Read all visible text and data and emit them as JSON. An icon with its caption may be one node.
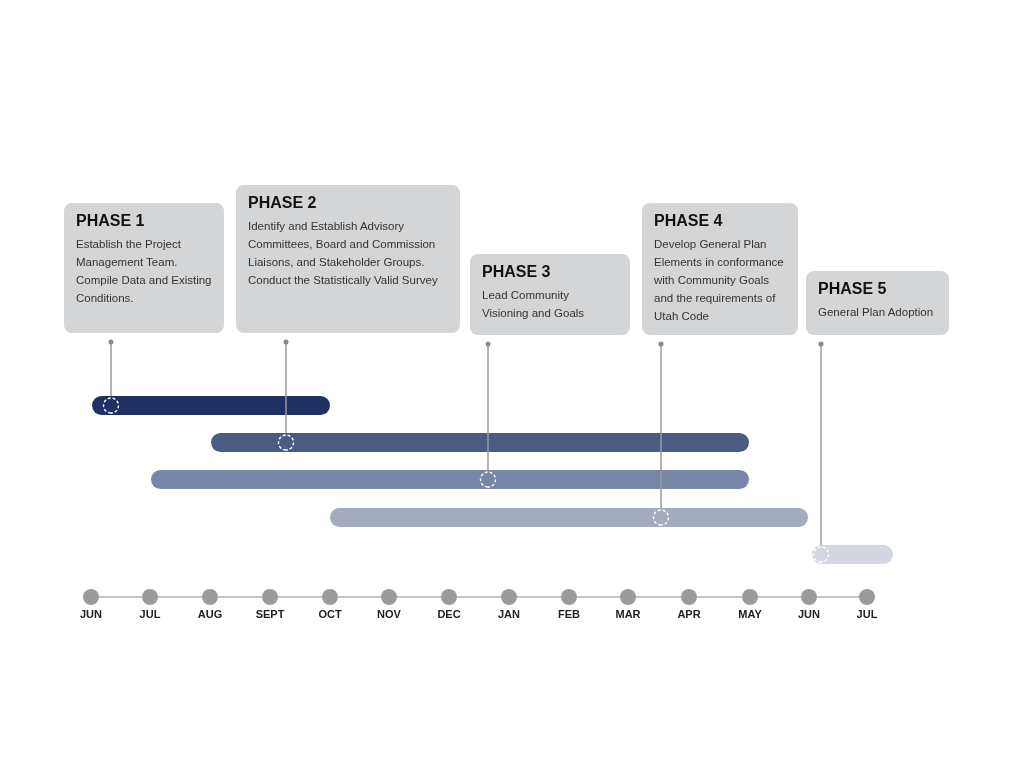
{
  "diagram": {
    "nodes": [
      {
        "text": [
          "PHASE 1",
          "Establish the Project Management Team. Compile Data and Existing Conditions."
        ]
      },
      {
        "text": [
          "PHASE 2",
          "Identify and Establish Advisory Committees, Board and Commission Liaisons, and Stakeholder Groups. Conduct the Statistically Valid Survey"
        ]
      },
      {
        "text": [
          "PHASE 3",
          "Lead Community Visioning and Goals"
        ]
      },
      {
        "text": [
          "PHASE 4",
          "Develop General Plan Elements in conformance with Community Goals and the requirements of Utah Code"
        ]
      },
      {
        "text": [
          "PHASE 5",
          "General Plan Adoption"
        ]
      },
      {
        "text": [],
        "shape": "bar"
      },
      {
        "text": [],
        "shape": "bar"
      },
      {
        "text": [],
        "shape": "bar"
      },
      {
        "text": [],
        "shape": "bar"
      },
      {
        "text": [],
        "shape": "bar"
      }
    ],
    "edges": [
      {
        "from": 0,
        "to": 5,
        "arrow": "other"
      },
      {
        "from": 1,
        "to": 6,
        "arrow": "other"
      },
      {
        "from": 2,
        "to": 7,
        "arrow": "other"
      },
      {
        "from": 3,
        "to": 8,
        "arrow": "other"
      },
      {
        "from": 4,
        "to": 9,
        "arrow": "other"
      }
    ],
    "labels": [
      "JUN",
      "JUL",
      "AUG",
      "SEPT",
      "OCT",
      "NOV",
      "DEC",
      "JAN",
      "FEB",
      "MAR",
      "APR",
      "MAY",
      "JUN",
      "JUL"
    ]
  }
}
